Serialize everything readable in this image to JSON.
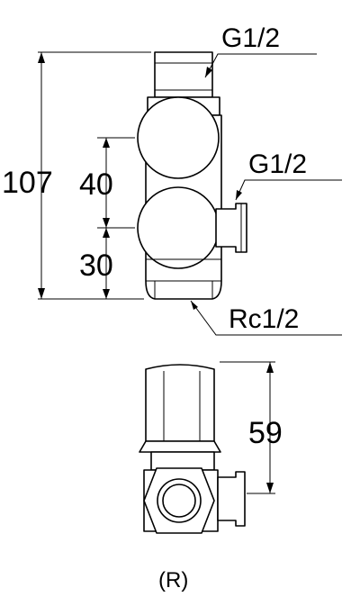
{
  "labels": {
    "top_thread": "G1/2",
    "side_thread": "G1/2",
    "bottom_thread": "Rc1/2",
    "dim_total_height": "107",
    "dim_upper_spacing": "40",
    "dim_lower_spacing": "30",
    "dim_lower_view_height": "59",
    "view_marker": "(R)"
  }
}
